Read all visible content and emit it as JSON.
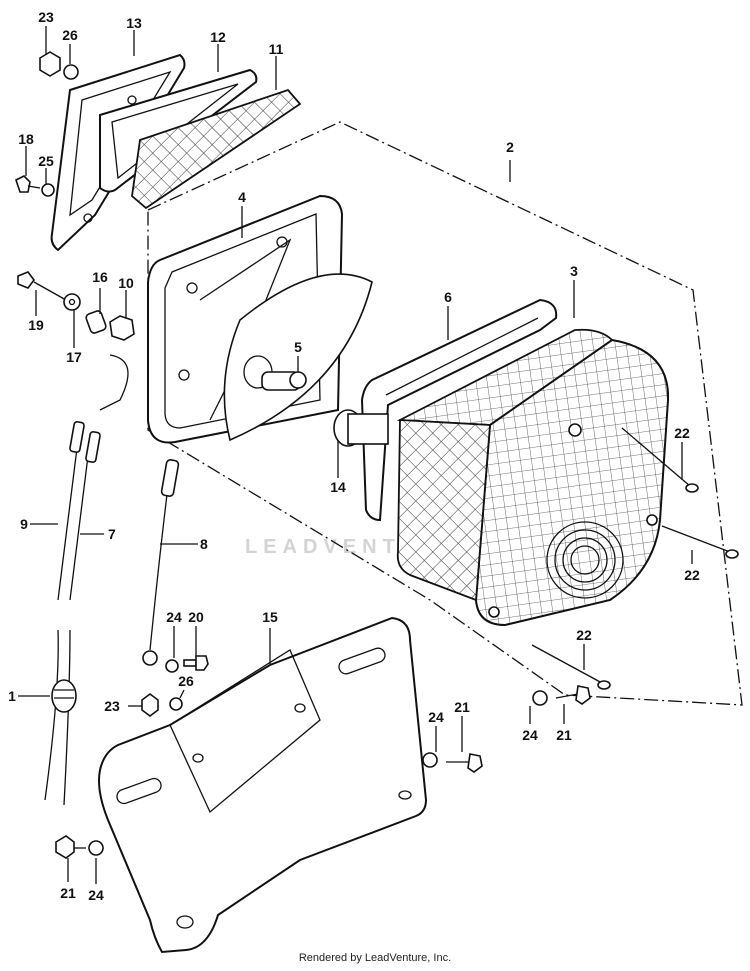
{
  "watermark": "LEADVENTURE",
  "credit": "Rendered by LeadVenture, Inc.",
  "callouts": {
    "c1": "1",
    "c2": "2",
    "c3": "3",
    "c4": "4",
    "c5": "5",
    "c6": "6",
    "c7": "7",
    "c8": "8",
    "c9": "9",
    "c10": "10",
    "c11": "11",
    "c12": "12",
    "c13": "13",
    "c14": "14",
    "c15": "15",
    "c16": "16",
    "c17": "17",
    "c18": "18",
    "c19": "19",
    "c20": "20",
    "c21": "21",
    "c21b": "21",
    "c21c": "21",
    "c22": "22",
    "c22b": "22",
    "c22c": "22",
    "c23": "23",
    "c23b": "23",
    "c24": "24",
    "c24b": "24",
    "c24c": "24",
    "c24d": "24",
    "c25": "25",
    "c26": "26",
    "c26b": "26"
  }
}
